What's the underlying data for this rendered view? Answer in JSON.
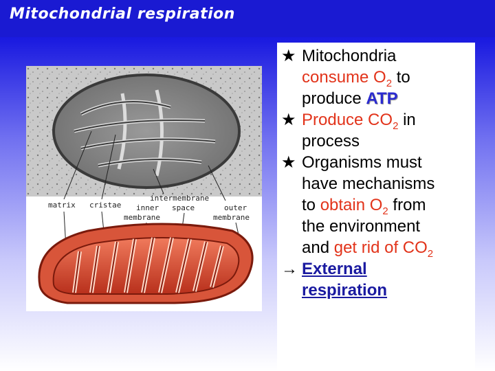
{
  "slide": {
    "title": "Mitochondrial respiration"
  },
  "bullets": {
    "b1": {
      "marker": "★",
      "t1": "Mitochondria",
      "t2": "consume O",
      "sub": "2",
      "t3": " to",
      "t4": "produce ",
      "atp": "ATP"
    },
    "b2": {
      "marker": "★",
      "t1": "Produce CO",
      "sub": "2",
      "t2": " in",
      "t3": "process"
    },
    "b3": {
      "marker": "★",
      "t1": "Organisms must",
      "t2": "have mechanisms",
      "t3": "to ",
      "red1": "obtain O",
      "sub1": "2",
      "t4": " from",
      "t5": "the environment",
      "t6": "and ",
      "red2": "get rid of CO",
      "sub2": "2"
    },
    "b4": {
      "marker": "→",
      "link1": "External",
      "link2": "respiration"
    }
  },
  "figure": {
    "labels": {
      "matrix": "matrix",
      "cristae": "cristae",
      "intermembrane1": "intermembrane",
      "intermembrane2": "space",
      "inner1": "inner",
      "inner2": "membrane",
      "outer1": "outer",
      "outer2": "membrane"
    }
  },
  "colors": {
    "title_bar": "#1a1ad2",
    "accent_red": "#e2331a",
    "atp_blue": "#2b2bd0",
    "link_blue": "#1a1aa0"
  }
}
